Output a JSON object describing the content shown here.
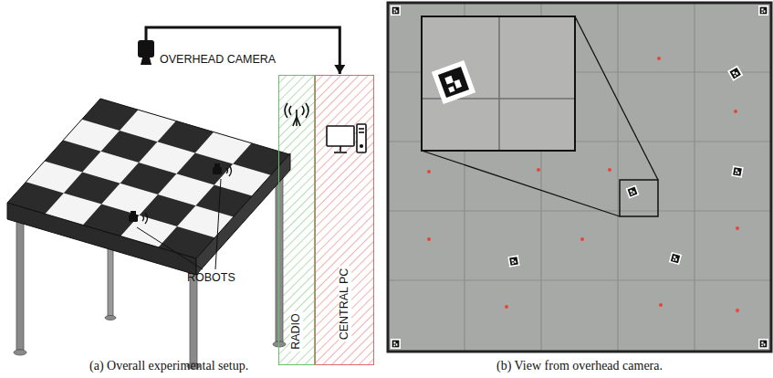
{
  "diagram": {
    "nodes": [
      {
        "text": [
          "OVERHEAD CAMERA"
        ]
      },
      {
        "text": [
          "RADIO"
        ]
      },
      {
        "text": [
          "CENTRAL PC"
        ]
      }
    ],
    "edges": [
      {
        "from": 0,
        "to": 2,
        "arrow": "to"
      }
    ],
    "labels": [
      "ROBOTS",
      "(a) Overall experimental setup.",
      "(b) View from overhead camera."
    ]
  }
}
